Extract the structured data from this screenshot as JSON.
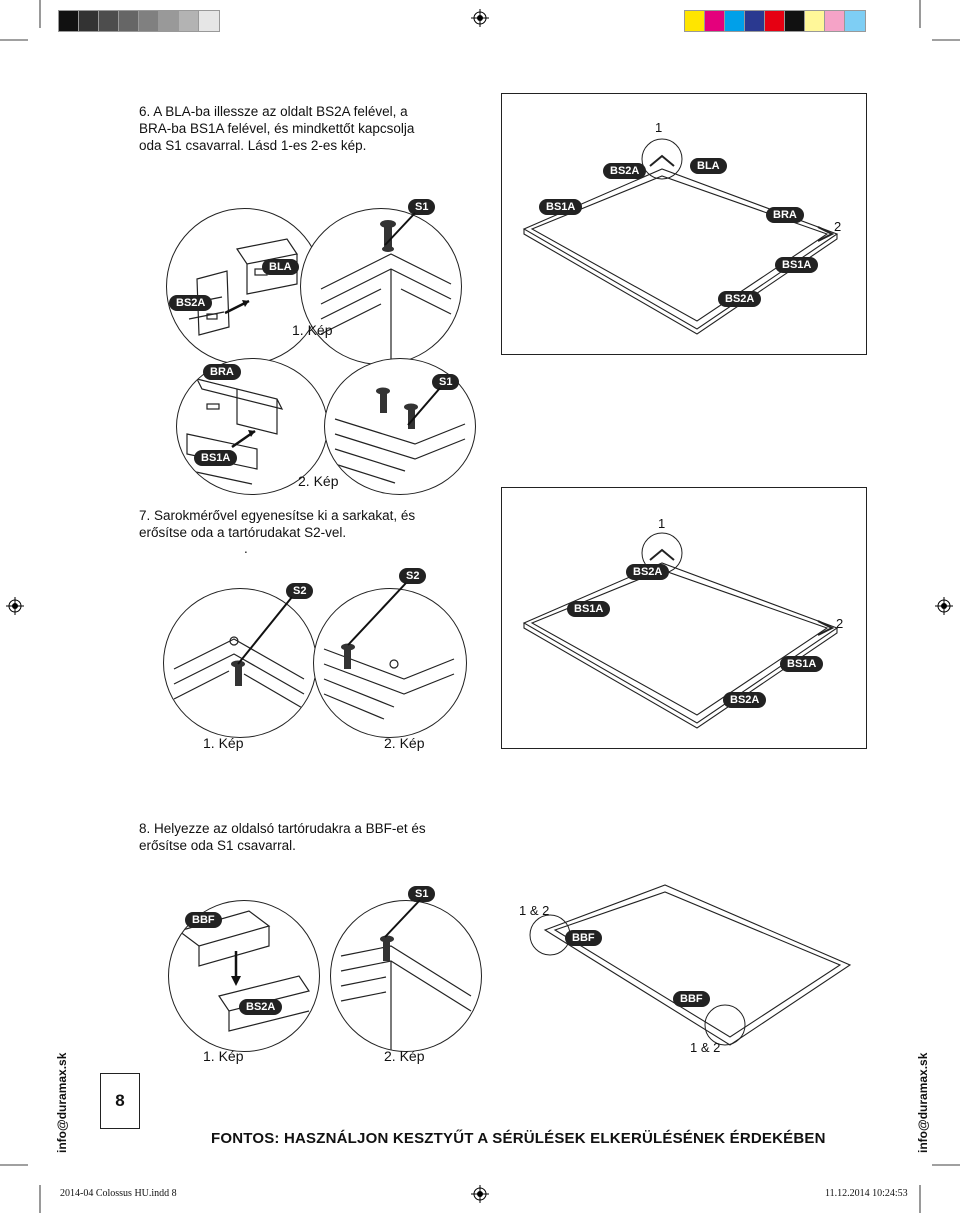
{
  "color_bar_left": [
    "#111111",
    "#333333",
    "#4d4d4d",
    "#666666",
    "#808080",
    "#999999",
    "#b3b3b3",
    "#e6e6e6"
  ],
  "color_bar_right": [
    "#ffe500",
    "#e4007c",
    "#00a0e9",
    "#2a3990",
    "#e60012",
    "#111111",
    "#fff799",
    "#f5a3c7",
    "#7ecef4"
  ],
  "step6": {
    "text": "6. A BLA-ba illessze az oldalt BS2A felével, a BRA-ba BS1A felével, és mindkettőt kapcsolja oda S1 csavarral. Lásd 1-es 2-es kép.",
    "labels": {
      "bla": "BLA",
      "bs2a": "BS2A",
      "s1": "S1",
      "bra": "BRA",
      "bs1a": "BS1A"
    },
    "caption1": "1. Kép",
    "caption2": "2. Kép",
    "panel_labels": {
      "one": "1",
      "two": "2",
      "bs2a": "BS2A",
      "bla": "BLA",
      "bs1a": "BS1A",
      "bra": "BRA",
      "bs1a_2": "BS1A",
      "bs2a_2": "BS2A"
    }
  },
  "step7": {
    "text": "7. Sarokmérővel egyenesítse ki a sarkakat, és erősítse oda a tartórudakat S2-vel.",
    "dot": ".",
    "labels": {
      "s2_a": "S2",
      "s2_b": "S2"
    },
    "caption1": "1. Kép",
    "caption2": "2. Kép",
    "panel_labels": {
      "one": "1",
      "two": "2",
      "bs2a": "BS2A",
      "bs1a": "BS1A",
      "bs1a_2": "BS1A",
      "bs2a_2": "BS2A"
    }
  },
  "step8": {
    "text": "8. Helyezze az oldalsó tartórudakra a BBF-et és erősítse oda S1 csavarral.",
    "labels": {
      "bbf": "BBF",
      "bs2a": "BS2A",
      "s1": "S1"
    },
    "caption1": "1. Kép",
    "caption2": "2. Kép",
    "panel_labels": {
      "one_two_top": "1 & 2",
      "bbf_top": "BBF",
      "bbf_bottom": "BBF",
      "one_two_bottom": "1 & 2"
    }
  },
  "side_text": "info@duramax.sk",
  "page_number": "8",
  "footer": "FONTOS: HASZNÁLJON KESZTYŰT A SÉRÜLÉSEK ELKERÜLÉSÉNEK ÉRDEKÉBEN",
  "slug_left": "2014-04 Colossus HU.indd   8",
  "slug_right": "11.12.2014   10:24:53"
}
